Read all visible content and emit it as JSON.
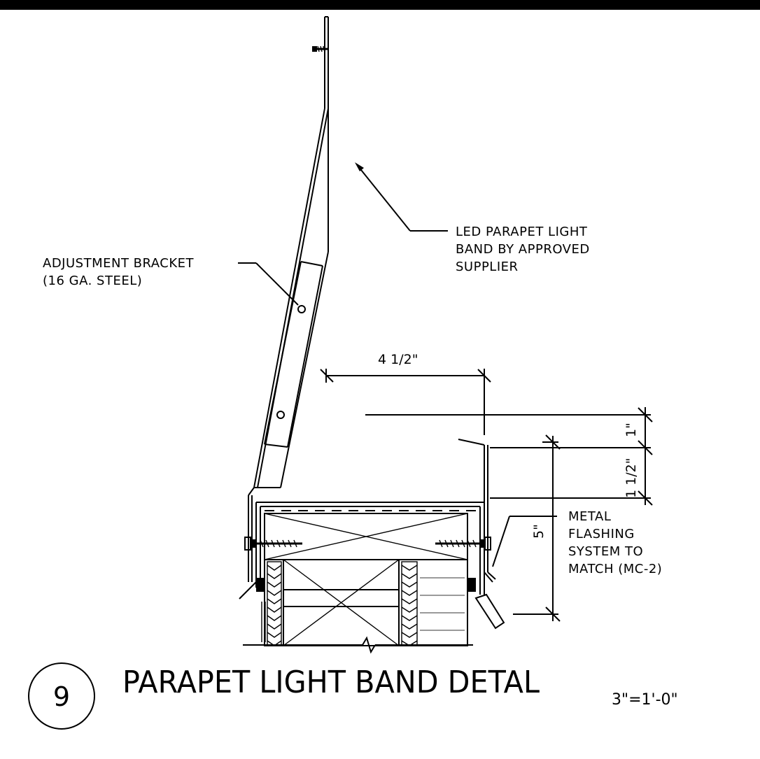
{
  "notes": {
    "light_band": [
      "LED PARAPET LIGHT",
      "BAND BY APPROVED",
      "SUPPLIER"
    ],
    "bracket": [
      "ADJUSTMENT BRACKET",
      "(16 GA. STEEL)"
    ],
    "flashing": [
      "METAL",
      "FLASHING",
      "SYSTEM TO",
      "MATCH (MC-2)"
    ]
  },
  "dimensions": {
    "width": "4 1/2\"",
    "top": "1\"",
    "middle": "1 1/2\"",
    "height": "5\""
  },
  "detail": {
    "number": "9",
    "title": "PARAPET LIGHT BAND DETAL",
    "scale": "3\"=1'-0\""
  },
  "colors": {
    "line": "#000000",
    "background": "#ffffff"
  }
}
